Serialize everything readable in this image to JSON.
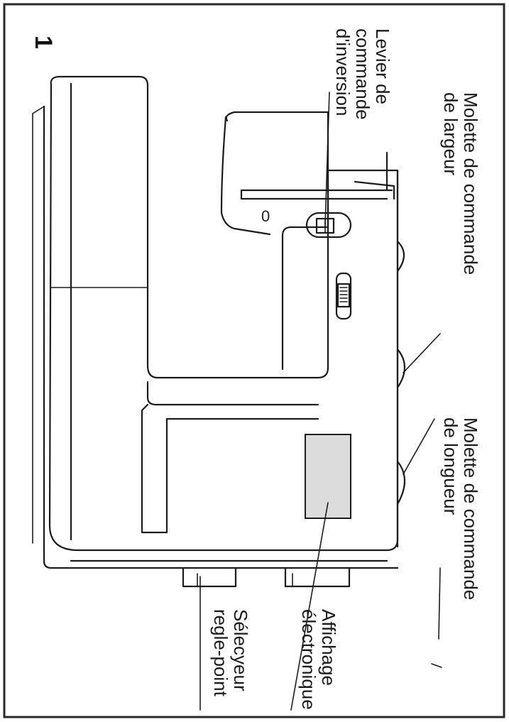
{
  "figure_number": "1",
  "labels": {
    "inversion_lever": [
      "Levier de",
      "commande",
      "d'inversion"
    ],
    "width_dial": [
      "Molette de commande",
      "de largeur"
    ],
    "length_dial": [
      "Molette de commande",
      "de longueur"
    ],
    "display": [
      "Affichage",
      "électronique"
    ],
    "stitch_selector": [
      "Sélecyeur",
      "regle-point"
    ],
    "zero_mark": "0"
  },
  "colors": {
    "line": "#1c1c1c",
    "display_fill": "#dcdcdc",
    "frame": "#2a2a2a"
  }
}
